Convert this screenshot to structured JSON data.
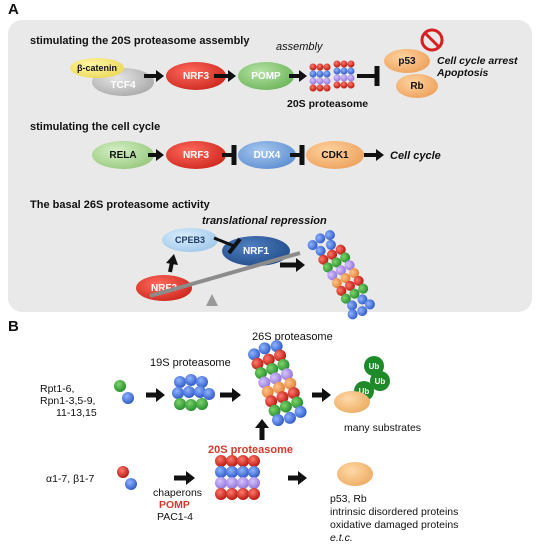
{
  "panel_a": {
    "letter": "A",
    "row1": {
      "title": "stimulating the 20S proteasome assembly",
      "beta_catenin": "β-catenin",
      "tcf4": "TCF4",
      "nrf3": "NRF3",
      "pomp": "POMP",
      "assembly": "assembly",
      "proteasome_label": "20S proteasome",
      "p53": "p53",
      "rb": "Rb",
      "outcome_line1": "Cell cycle arrest",
      "outcome_line2": "Apoptosis"
    },
    "row2": {
      "title": "stimulating the cell cycle",
      "rela": "RELA",
      "nrf3": "NRF3",
      "dux4": "DUX4",
      "cdk1": "CDK1",
      "outcome": "Cell cycle"
    },
    "row3": {
      "title": "The basal 26S proteasome activity",
      "repression": "translational repression",
      "cpeb3": "CPEB3",
      "nrf1": "NRF1",
      "nrf3": "NRF3"
    }
  },
  "panel_b": {
    "letter": "B",
    "label_26s": "26S proteasome",
    "label_19s": "19S proteasome",
    "rpt_lines": [
      "Rpt1-6,",
      "Rpn1-3,5-9,",
      "11-13,15"
    ],
    "alpha_beta": "α1-7, β1-7",
    "label_20s": "20S proteasome",
    "chaperons": "chaperons",
    "pomp": "POMP",
    "pac": "PAC1-4",
    "ub": "Ub",
    "many_substrates": "many substrates",
    "substrate_lines": [
      "p53, Rb",
      "intrinsic disordered proteins",
      "oxidative damaged proteins",
      "e.t.c."
    ]
  },
  "colors": {
    "panel_bg": "#e9e9e9",
    "nrf3_red": "#d9231c",
    "pomp_green": "#6fbf5a",
    "rela_green": "#9ccf7e",
    "dux4_blue": "#5b8fd0",
    "cdk1_orange": "#f0a85a",
    "p53_orange": "#f2a85c",
    "nrf1_navy": "#1e4c8a",
    "cpeb3_lightblue": "#a9cdec",
    "ub_green": "#1f8a2a",
    "pomp_label_red": "#d23a2a"
  }
}
